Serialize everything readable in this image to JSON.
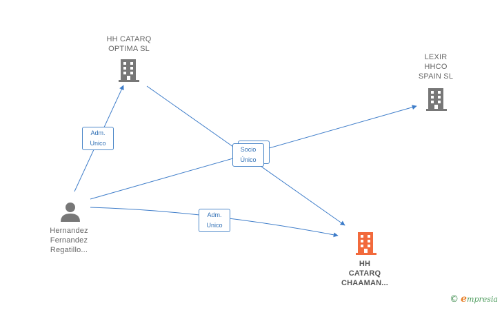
{
  "nodes": {
    "hh_catarq_optima": {
      "lines": [
        "HH CATARQ",
        "OPTIMA  SL"
      ],
      "kind": "company",
      "color": "#777777"
    },
    "lexir_hhco": {
      "lines": [
        "LEXIR",
        "HHCO",
        "SPAIN  SL"
      ],
      "kind": "company",
      "color": "#777777"
    },
    "hernandez": {
      "lines": [
        "Hernandez",
        "Fernandez",
        "Regatillo..."
      ],
      "kind": "person",
      "color": "#777777"
    },
    "hh_catarq_chaaman": {
      "lines": [
        "HH",
        "CATARQ",
        "CHAAMAN..."
      ],
      "kind": "company",
      "color": "#f26a3c"
    }
  },
  "edges": {
    "adm_optima": {
      "lines": [
        "Adm.",
        "Unico"
      ]
    },
    "socio_unico": {
      "lines": [
        "Socio",
        "Único"
      ]
    },
    "adm_chaaman": {
      "lines": [
        "Adm.",
        "Unico"
      ]
    }
  },
  "edge_color": "#3d7cc9",
  "brand": {
    "copyright": "©",
    "initial": "e",
    "rest": "mpresia"
  }
}
